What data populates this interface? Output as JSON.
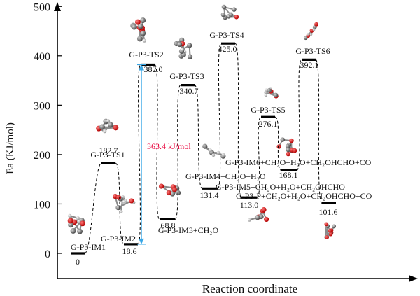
{
  "chart_data": {
    "type": "energy-profile",
    "xlabel": "Reaction coordinate",
    "ylabel": "Ea (KJ/mol)",
    "ylim": [
      0,
      500
    ],
    "yticks": [
      0,
      100,
      200,
      300,
      400,
      500
    ],
    "states": [
      {
        "id": "im1",
        "name": "G-P3-IM1",
        "energy": 0,
        "value_label": "0"
      },
      {
        "id": "ts1",
        "name": "G-P3-TS1",
        "energy": 182.7,
        "value_label": "182.7"
      },
      {
        "id": "im2",
        "name": "G-P3-IM2",
        "energy": 18.6,
        "value_label": "18.6"
      },
      {
        "id": "ts2",
        "name": "G-P3-TS2",
        "energy": 382.0,
        "value_label": "382.0"
      },
      {
        "id": "im3",
        "name": "G-P3-IM3+CH₂O",
        "energy": 68.8,
        "value_label": "68.8"
      },
      {
        "id": "ts3",
        "name": "G-P3-TS3",
        "energy": 340.7,
        "value_label": "340.7"
      },
      {
        "id": "im4",
        "name": "G-P3-IM4+CH₂O+H₂O",
        "energy": 131.4,
        "value_label": "131.4"
      },
      {
        "id": "ts4",
        "name": "G-P3-TS4",
        "energy": 425.0,
        "value_label": "425.0"
      },
      {
        "id": "im5",
        "name": "G-P3-IM5+CH₂O+H₂O+CH₂OHCHO",
        "energy": 113.0,
        "value_label": "113.0"
      },
      {
        "id": "ts5",
        "name": "G-P3-TS5",
        "energy": 276.1,
        "value_label": "276.1"
      },
      {
        "id": "im6",
        "name": "G-P3-IM6+CH₂O+H₂O+CH₂OHCHO+CO",
        "energy": 168.1,
        "value_label": "168.1"
      },
      {
        "id": "ts6",
        "name": "G-P3-TS6",
        "energy": 392.1,
        "value_label": "392.1"
      },
      {
        "id": "p",
        "name": "G-P3-P+CH₂O+H₂O+CH₂OHCHO+CO",
        "energy": 101.6,
        "value_label": "101.6"
      }
    ],
    "annotation": {
      "text": "363.4 kJ/mol",
      "from_energy": 18.6,
      "to_energy": 382.0,
      "color": "#e8003a",
      "arrow_color": "#3aa7e6"
    }
  }
}
